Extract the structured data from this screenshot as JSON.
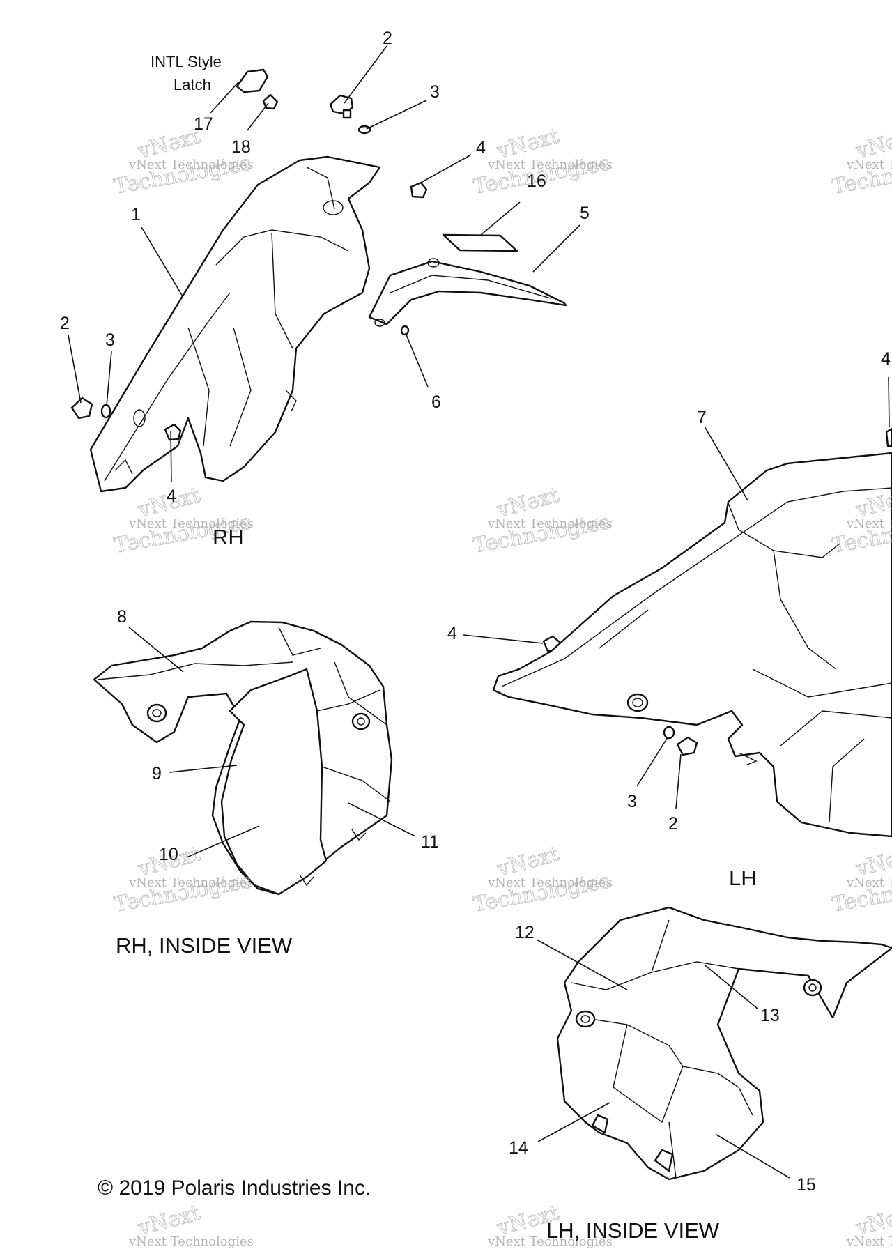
{
  "notes": {
    "intl_style": "INTL Style",
    "latch": "Latch"
  },
  "callouts": {
    "c1": "1",
    "c2a": "2",
    "c2b": "2",
    "c2c": "2",
    "c3a": "3",
    "c3b": "3",
    "c3c": "3",
    "c4a": "4",
    "c4b": "4",
    "c4c": "4",
    "c4d": "4",
    "c5": "5",
    "c6": "6",
    "c7": "7",
    "c8": "8",
    "c9": "9",
    "c10": "10",
    "c11": "11",
    "c12": "12",
    "c13": "13",
    "c14": "14",
    "c15": "15",
    "c16": "16",
    "c17": "17",
    "c18": "18"
  },
  "views": {
    "rh": "RH",
    "lh": "LH",
    "rh_inside": "RH, INSIDE VIEW",
    "lh_inside": "LH, INSIDE VIEW"
  },
  "copyright": "© 2019 Polaris Industries Inc.",
  "watermark": {
    "line1": "vNext Technologies",
    "line2": "Technologies",
    "line3": "vNext"
  }
}
